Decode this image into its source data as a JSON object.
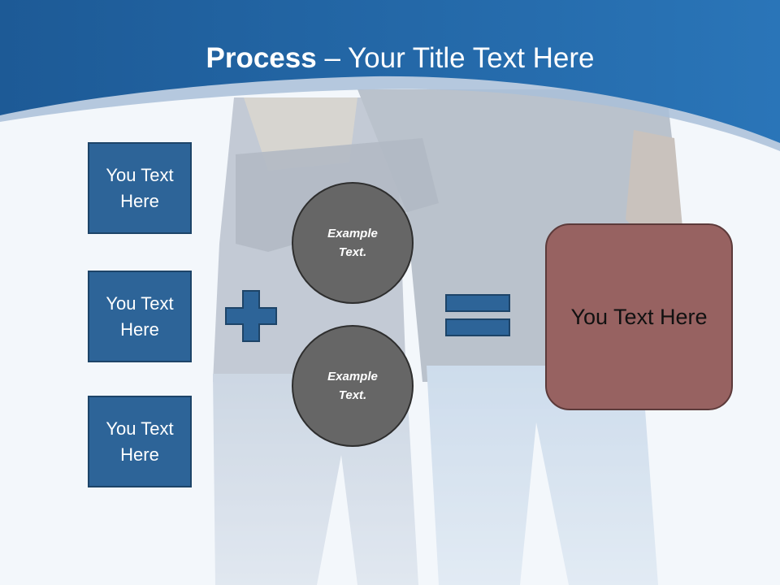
{
  "slide": {
    "title_bold": "Process",
    "title_rest": " – Your Title Text Here"
  },
  "left_boxes": [
    {
      "label": "You Text Here"
    },
    {
      "label": "You Text Here"
    },
    {
      "label": "You Text Here"
    }
  ],
  "circles": [
    {
      "label": "Example Text."
    },
    {
      "label": "Example Text."
    }
  ],
  "result": {
    "label": "You Text Here"
  },
  "operators": {
    "plus_icon": "plus-icon",
    "equals_icon": "equals-icon"
  },
  "colors": {
    "header_blue": "#1f5a93",
    "box_blue": "#2d6498",
    "circle_gray": "#666666",
    "result_red": "#976261"
  }
}
